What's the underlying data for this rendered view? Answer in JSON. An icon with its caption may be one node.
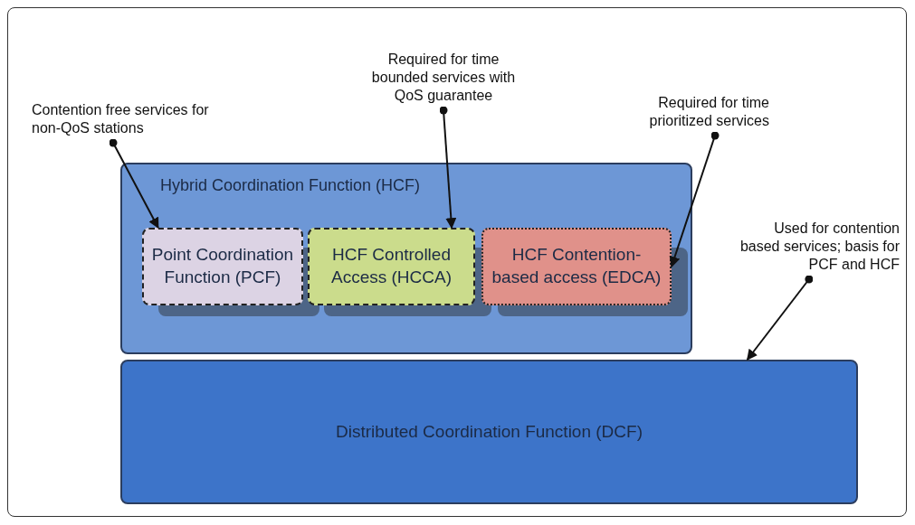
{
  "diagram": {
    "nodes": [
      {
        "text": [
          "Contention free services for non-QoS stations"
        ]
      },
      {
        "text": [
          "Required for time bounded services with QoS guarantee"
        ]
      },
      {
        "text": [
          "Required for time prioritized services"
        ]
      },
      {
        "text": [
          "Hybrid Coordination Function (HCF)"
        ]
      },
      {
        "text": [
          "Point Coordination Function (PCF)"
        ],
        "in": 3
      },
      {
        "text": [
          "HCF Controlled Access (HCCA)"
        ],
        "in": 3
      },
      {
        "text": [
          "HCF Contention-based access (EDCA)"
        ],
        "in": 3
      },
      {
        "text": [
          "Used for contention based services; basis for PCF and HCF"
        ]
      },
      {
        "text": [
          "Distributed Coordination Function (DCF)"
        ]
      }
    ],
    "edges": [
      {
        "from": 0,
        "to": 4,
        "arrow": "to"
      },
      {
        "from": 1,
        "to": 5,
        "arrow": "to"
      },
      {
        "from": 2,
        "to": 6,
        "arrow": "to"
      },
      {
        "from": 7,
        "to": 8,
        "arrow": "to"
      }
    ]
  }
}
